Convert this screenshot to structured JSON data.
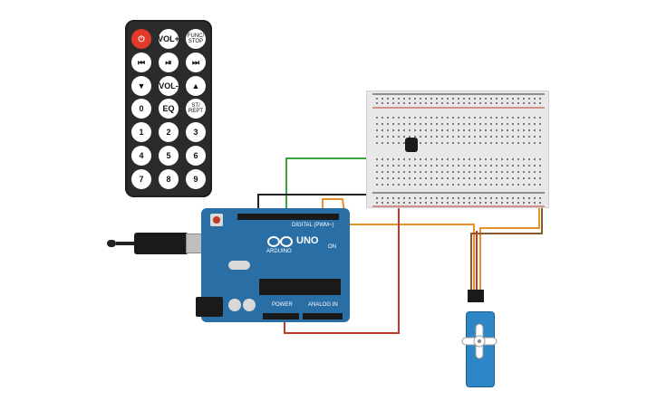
{
  "remote": {
    "buttons": [
      {
        "name": "power-button",
        "label": "⏻",
        "glyph": true,
        "power": true
      },
      {
        "name": "vol-up-button",
        "label": "VOL+"
      },
      {
        "name": "func-stop-button",
        "label": "FUNC/ STOP",
        "small": true
      },
      {
        "name": "rewind-button",
        "label": "⏮",
        "glyph": true
      },
      {
        "name": "play-pause-button",
        "label": "⏯",
        "glyph": true
      },
      {
        "name": "forward-button",
        "label": "⏭",
        "glyph": true
      },
      {
        "name": "down-button",
        "label": "▼",
        "glyph": true
      },
      {
        "name": "vol-down-button",
        "label": "VOL-"
      },
      {
        "name": "up-button",
        "label": "▲",
        "glyph": true
      },
      {
        "name": "zero-button",
        "label": "0"
      },
      {
        "name": "eq-button",
        "label": "EQ"
      },
      {
        "name": "st-rept-button",
        "label": "ST/ REPT",
        "small": true
      },
      {
        "name": "one-button",
        "label": "1"
      },
      {
        "name": "two-button",
        "label": "2"
      },
      {
        "name": "three-button",
        "label": "3"
      },
      {
        "name": "four-button",
        "label": "4"
      },
      {
        "name": "five-button",
        "label": "5"
      },
      {
        "name": "six-button",
        "label": "6"
      },
      {
        "name": "seven-button",
        "label": "7"
      },
      {
        "name": "eight-button",
        "label": "8"
      },
      {
        "name": "nine-button",
        "label": "9"
      }
    ]
  },
  "arduino": {
    "brand": "ARDUINO",
    "model": "UNO",
    "digital_label": "DIGITAL (PWM~)",
    "power_label": "POWER",
    "analog_label": "ANALOG IN",
    "on_label": "ON"
  },
  "wires": {
    "green": "#3aa53a",
    "red": "#c0392b",
    "orange": "#e8912d",
    "brown": "#8b5a2b",
    "black": "#222222"
  },
  "colors": {
    "board_blue": "#2a6ea6",
    "servo_blue": "#2f86c6",
    "remote_body": "#2b2b2b",
    "power_red": "#e23a2a"
  }
}
